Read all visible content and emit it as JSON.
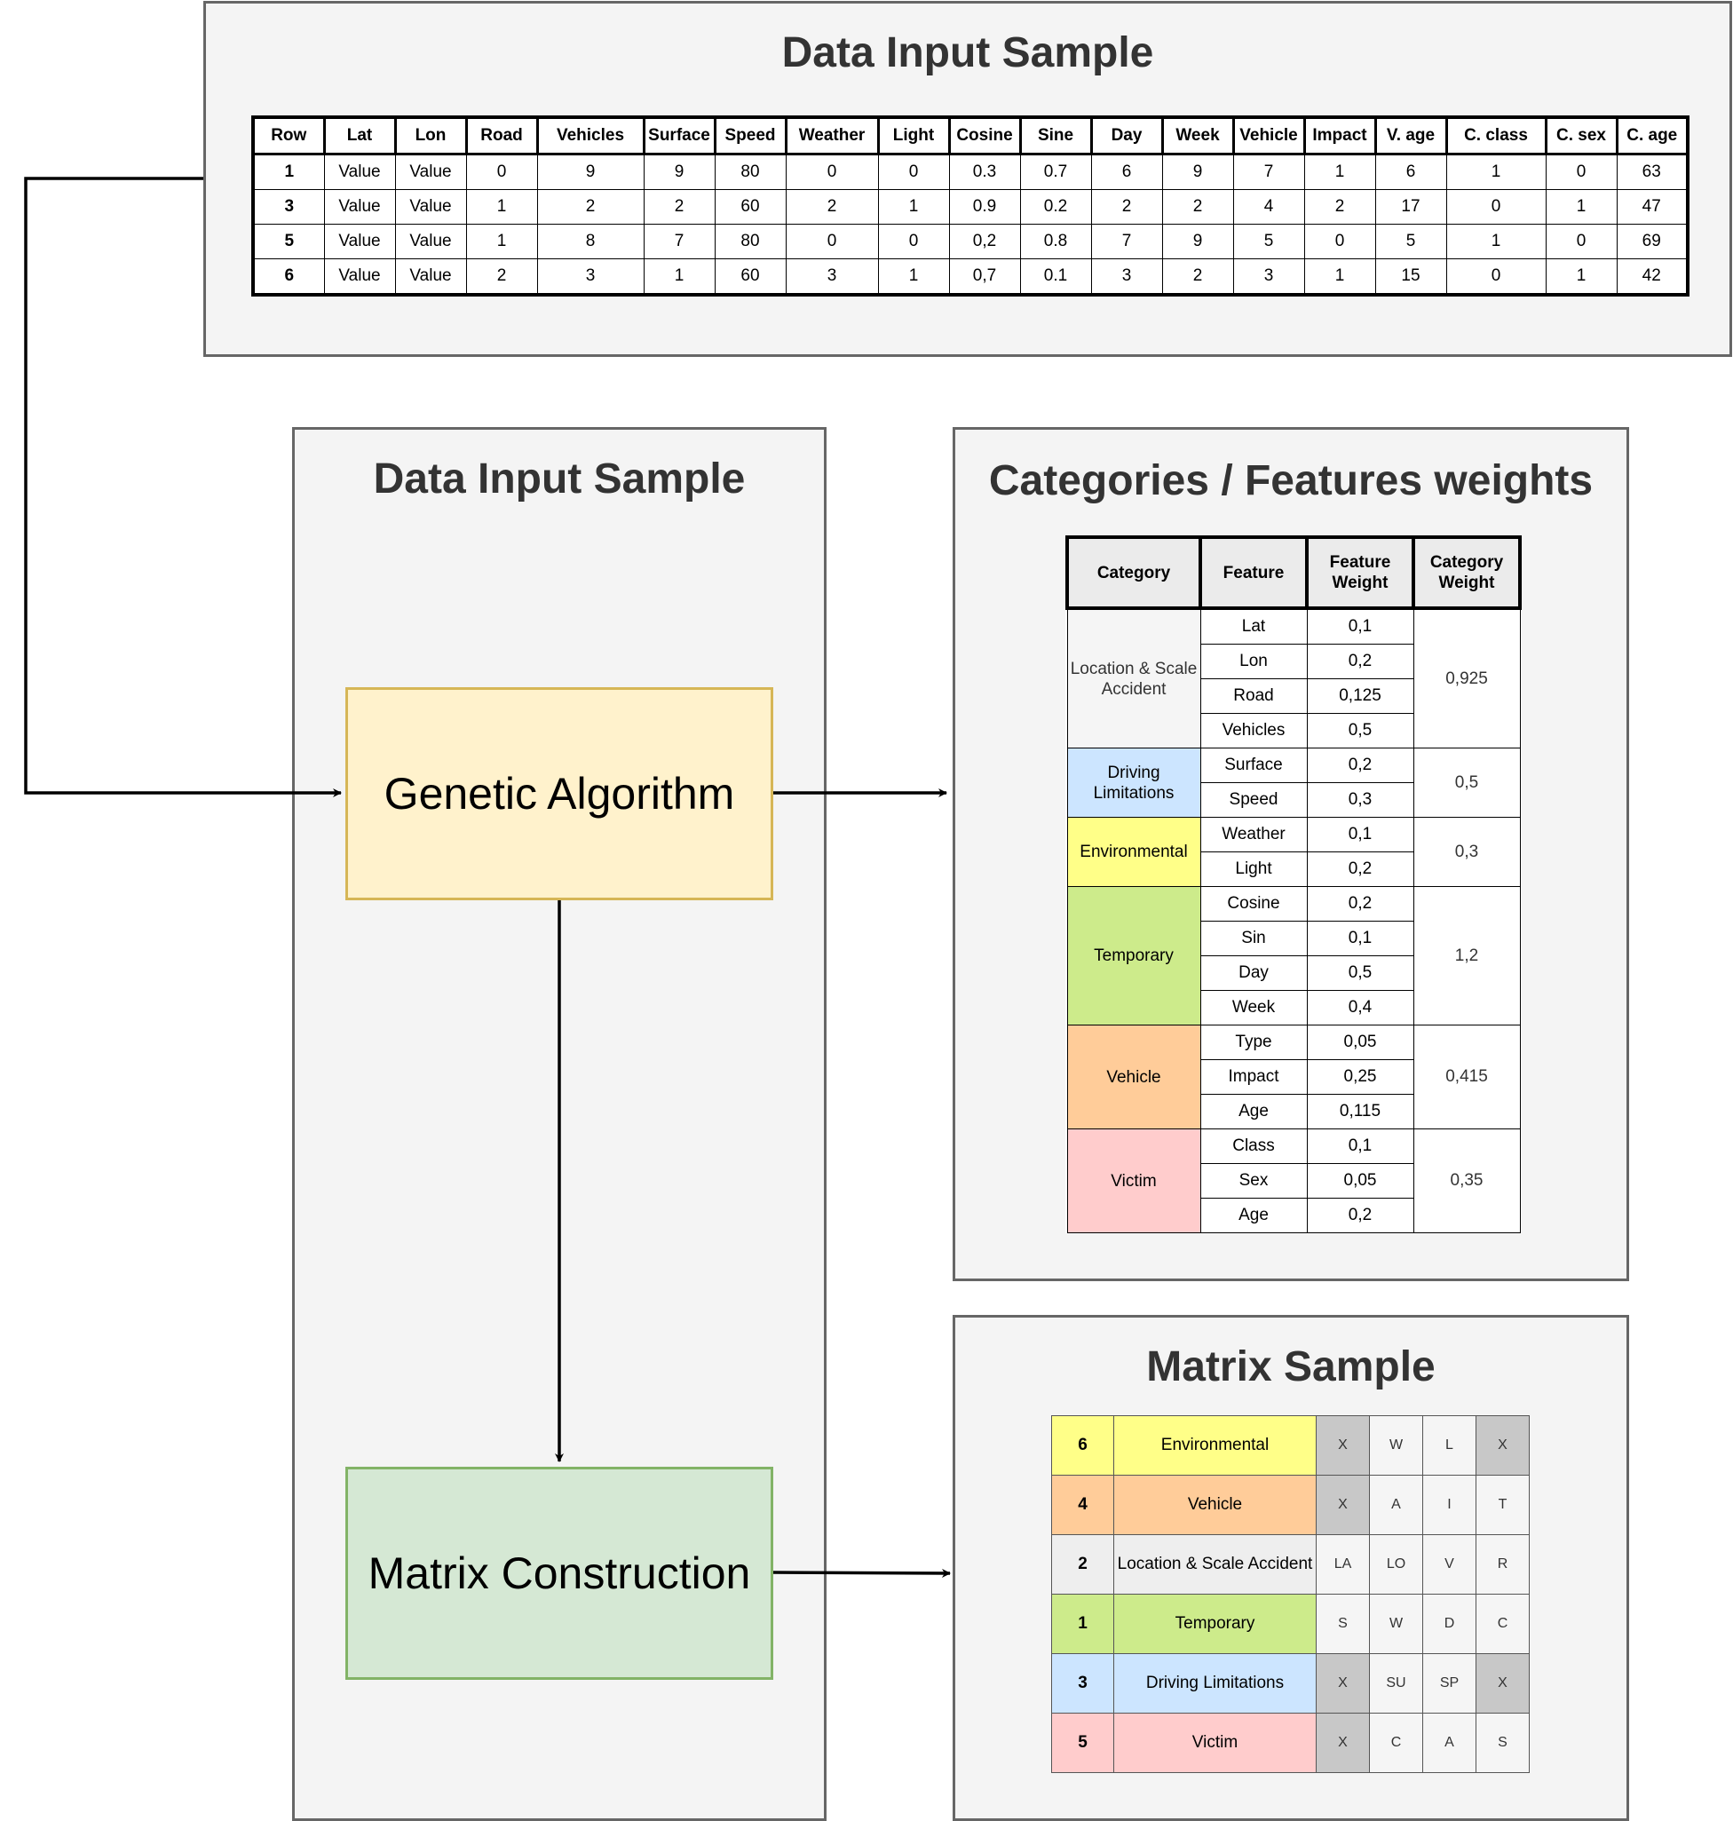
{
  "top_panel": {
    "title": "Data Input Sample",
    "headers": [
      "Row",
      "Lat",
      "Lon",
      "Road",
      "Vehicles",
      "Surface",
      "Speed",
      "Weather",
      "Light",
      "Cosine",
      "Sine",
      "Day",
      "Week",
      "Vehicle",
      "Impact",
      "V. age",
      "C. class",
      "C. sex",
      "C. age"
    ],
    "rows": [
      [
        "1",
        "Value",
        "Value",
        "0",
        "9",
        "9",
        "80",
        "0",
        "0",
        "0.3",
        "0.7",
        "6",
        "9",
        "7",
        "1",
        "6",
        "1",
        "0",
        "63"
      ],
      [
        "3",
        "Value",
        "Value",
        "1",
        "2",
        "2",
        "60",
        "2",
        "1",
        "0.9",
        "0.2",
        "2",
        "2",
        "4",
        "2",
        "17",
        "0",
        "1",
        "47"
      ],
      [
        "5",
        "Value",
        "Value",
        "1",
        "8",
        "7",
        "80",
        "0",
        "0",
        "0,2",
        "0.8",
        "7",
        "9",
        "5",
        "0",
        "5",
        "1",
        "0",
        "69"
      ],
      [
        "6",
        "Value",
        "Value",
        "2",
        "3",
        "1",
        "60",
        "3",
        "1",
        "0,7",
        "0.1",
        "3",
        "2",
        "3",
        "1",
        "15",
        "0",
        "1",
        "42"
      ]
    ]
  },
  "left_panel": {
    "title": "Data Input Sample",
    "genetic_algorithm": "Genetic Algorithm",
    "matrix_construction": "Matrix Construction"
  },
  "categories_panel": {
    "title": "Categories / Features weights",
    "headers": [
      "Category",
      "Feature",
      "Feature Weight",
      "Category Weight"
    ],
    "groups": [
      {
        "category": "Location & Scale Accident",
        "color": "#f5f5f5",
        "category_weight": "0,925",
        "features": [
          {
            "name": "Lat",
            "weight": "0,1"
          },
          {
            "name": "Lon",
            "weight": "0,2"
          },
          {
            "name": "Road",
            "weight": "0,125"
          },
          {
            "name": "Vehicles",
            "weight": "0,5"
          }
        ]
      },
      {
        "category": "Driving Limitations",
        "color": "#cce5ff",
        "category_weight": "0,5",
        "features": [
          {
            "name": "Surface",
            "weight": "0,2"
          },
          {
            "name": "Speed",
            "weight": "0,3"
          }
        ]
      },
      {
        "category": "Environmental",
        "color": "#ffff88",
        "category_weight": "0,3",
        "features": [
          {
            "name": "Weather",
            "weight": "0,1"
          },
          {
            "name": "Light",
            "weight": "0,2"
          }
        ]
      },
      {
        "category": "Temporary",
        "color": "#cdeb8b",
        "category_weight": "1,2",
        "features": [
          {
            "name": "Cosine",
            "weight": "0,2"
          },
          {
            "name": "Sin",
            "weight": "0,1"
          },
          {
            "name": "Day",
            "weight": "0,5"
          },
          {
            "name": "Week",
            "weight": "0,4"
          }
        ]
      },
      {
        "category": "Vehicle",
        "color": "#ffcc99",
        "category_weight": "0,415",
        "features": [
          {
            "name": "Type",
            "weight": "0,05"
          },
          {
            "name": "Impact",
            "weight": "0,25"
          },
          {
            "name": "Age",
            "weight": "0,115"
          }
        ]
      },
      {
        "category": "Victim",
        "color": "#ffcccc",
        "category_weight": "0,35",
        "features": [
          {
            "name": "Class",
            "weight": "0,1"
          },
          {
            "name": "Sex",
            "weight": "0,05"
          },
          {
            "name": "Age",
            "weight": "0,2"
          }
        ]
      }
    ]
  },
  "matrix_panel": {
    "title": "Matrix Sample",
    "rows": [
      {
        "num": "6",
        "label": "Environmental",
        "color": "#ffff88",
        "cells": [
          "X",
          "W",
          "L",
          "X"
        ]
      },
      {
        "num": "4",
        "label": "Vehicle",
        "color": "#ffcc99",
        "cells": [
          "X",
          "A",
          "I",
          "T"
        ]
      },
      {
        "num": "2",
        "label": "Location & Scale Accident",
        "color": "#eeeeee",
        "cells": [
          "LA",
          "LO",
          "V",
          "R"
        ]
      },
      {
        "num": "1",
        "label": "Temporary",
        "color": "#cdeb8b",
        "cells": [
          "S",
          "W",
          "D",
          "C"
        ]
      },
      {
        "num": "3",
        "label": "Driving Limitations",
        "color": "#cce5ff",
        "cells": [
          "X",
          "SU",
          "SP",
          "X"
        ]
      },
      {
        "num": "5",
        "label": "Victim",
        "color": "#ffcccc",
        "cells": [
          "X",
          "C",
          "A",
          "S"
        ]
      }
    ]
  }
}
